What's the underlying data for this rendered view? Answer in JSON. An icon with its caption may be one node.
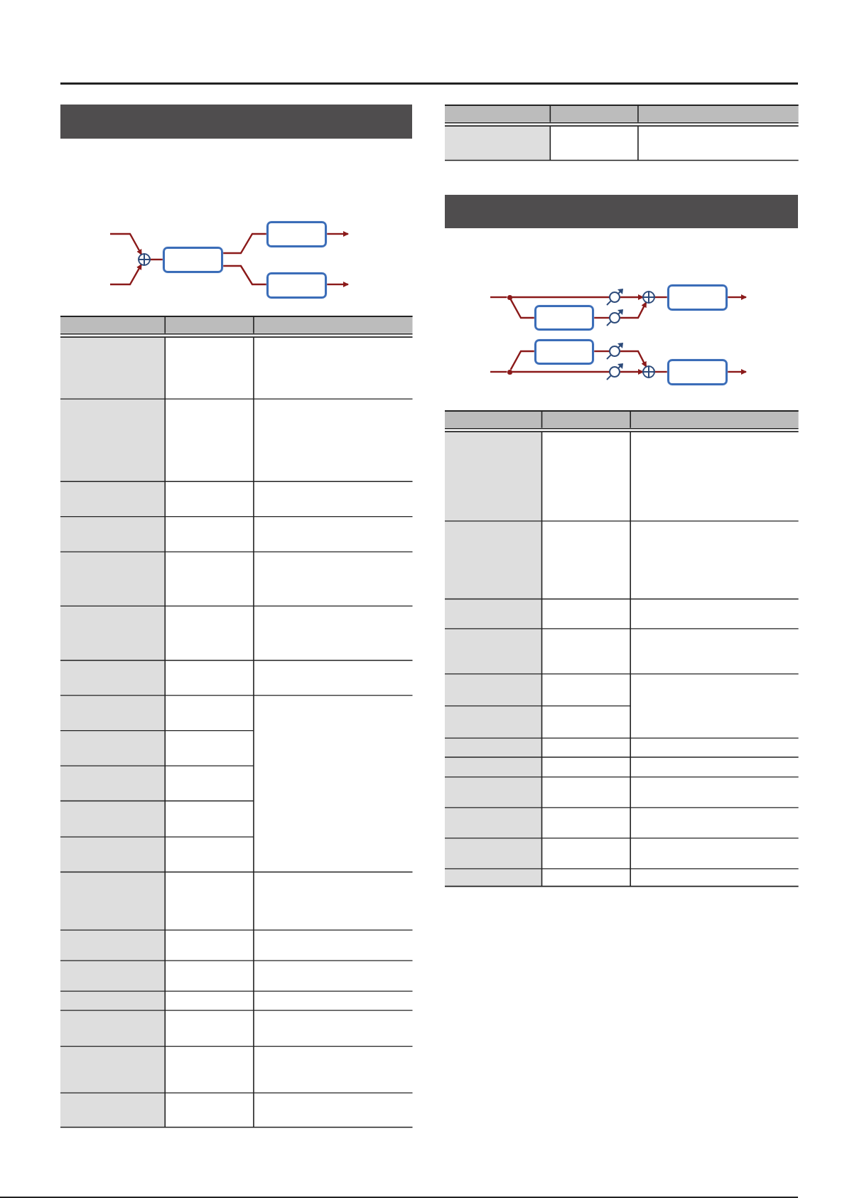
{
  "diagram": {
    "nodes": [
      {
        "text": [],
        "shape": "circle"
      },
      {
        "text": [],
        "shape": "box"
      },
      {
        "text": [],
        "shape": "box"
      },
      {
        "text": [],
        "shape": "box"
      },
      {
        "text": [],
        "shape": "dot"
      },
      {
        "text": [],
        "shape": "dot"
      },
      {
        "text": [],
        "shape": "box"
      },
      {
        "text": [],
        "shape": "box"
      },
      {
        "text": [],
        "shape": "circle"
      },
      {
        "text": [],
        "shape": "circle"
      },
      {
        "text": [],
        "shape": "circle"
      },
      {
        "text": [],
        "shape": "circle"
      },
      {
        "text": [],
        "shape": "circle"
      },
      {
        "text": [],
        "shape": "circle"
      },
      {
        "text": [],
        "shape": "box"
      },
      {
        "text": [],
        "shape": "box"
      }
    ],
    "edges": [
      {
        "from": null,
        "to": 0,
        "arrow": "to"
      },
      {
        "from": null,
        "to": 0,
        "arrow": "to"
      },
      {
        "from": 0,
        "to": 1,
        "arrow": "none"
      },
      {
        "from": 1,
        "to": 2,
        "arrow": "none"
      },
      {
        "from": 1,
        "to": 3,
        "arrow": "none"
      },
      {
        "from": 2,
        "to": null,
        "arrow": "to"
      },
      {
        "from": 3,
        "to": null,
        "arrow": "to"
      },
      {
        "from": null,
        "to": 4,
        "arrow": "none"
      },
      {
        "from": 4,
        "to": 8,
        "arrow": "none"
      },
      {
        "from": 8,
        "to": 12,
        "arrow": "to"
      },
      {
        "from": 4,
        "to": 6,
        "arrow": "none"
      },
      {
        "from": 6,
        "to": 9,
        "arrow": "none"
      },
      {
        "from": 9,
        "to": 12,
        "arrow": "to"
      },
      {
        "from": 12,
        "to": 14,
        "arrow": "none"
      },
      {
        "from": 14,
        "to": null,
        "arrow": "to"
      },
      {
        "from": null,
        "to": 5,
        "arrow": "none"
      },
      {
        "from": 5,
        "to": 11,
        "arrow": "none"
      },
      {
        "from": 11,
        "to": 13,
        "arrow": "to"
      },
      {
        "from": 5,
        "to": 7,
        "arrow": "none"
      },
      {
        "from": 7,
        "to": 10,
        "arrow": "none"
      },
      {
        "from": 10,
        "to": 13,
        "arrow": "to"
      },
      {
        "from": 13,
        "to": 15,
        "arrow": "none"
      },
      {
        "from": 15,
        "to": null,
        "arrow": "to"
      }
    ]
  }
}
